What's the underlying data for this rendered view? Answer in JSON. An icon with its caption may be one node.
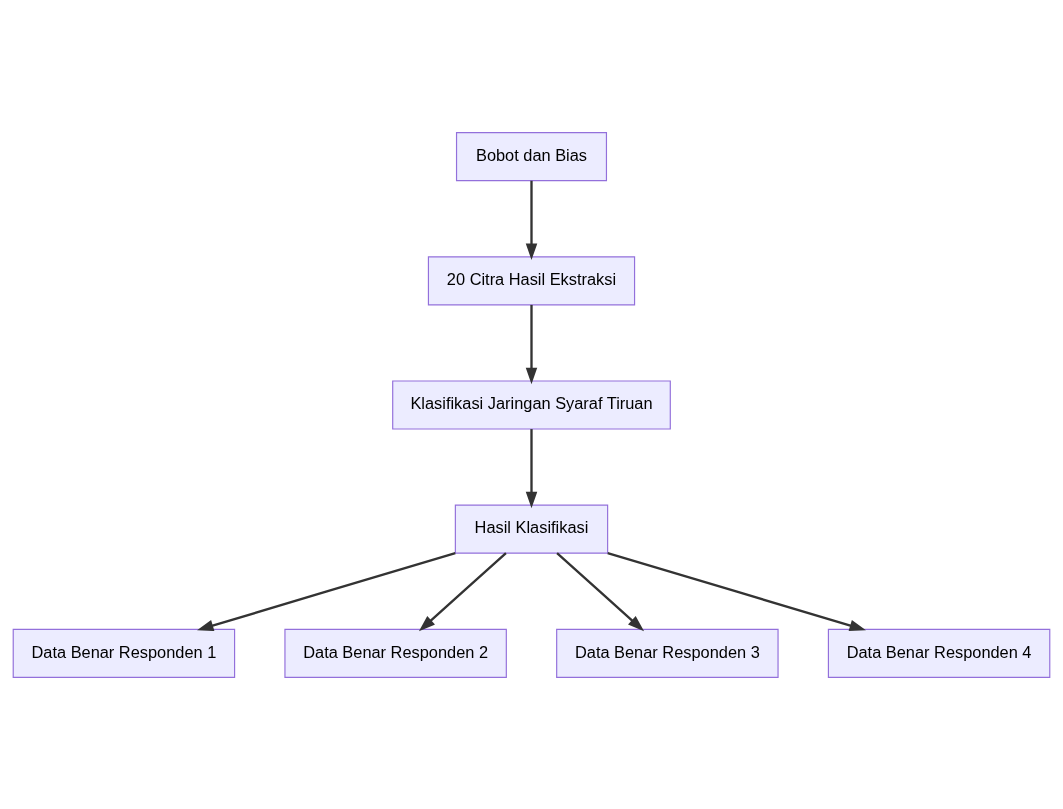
{
  "diagram": {
    "nodes": [
      {
        "text": [
          "Bobot dan Bias"
        ]
      },
      {
        "text": [
          "20 Citra Hasil Ekstraksi"
        ]
      },
      {
        "text": [
          "Klasifikasi Jaringan Syaraf Tiruan"
        ]
      },
      {
        "text": [
          "Hasil Klasifikasi"
        ]
      },
      {
        "text": [
          "Data Benar Responden 1"
        ]
      },
      {
        "text": [
          "Data Benar Responden 2"
        ]
      },
      {
        "text": [
          "Data Benar Responden 3"
        ]
      },
      {
        "text": [
          "Data Benar Responden 4"
        ]
      }
    ],
    "edges": [
      {
        "from": 0,
        "to": 1,
        "arrow": "to"
      },
      {
        "from": 1,
        "to": 2,
        "arrow": "to"
      },
      {
        "from": 2,
        "to": 3,
        "arrow": "to"
      },
      {
        "from": 3,
        "to": 4,
        "arrow": "to"
      },
      {
        "from": 3,
        "to": 5,
        "arrow": "to"
      },
      {
        "from": 3,
        "to": 6,
        "arrow": "to"
      },
      {
        "from": 3,
        "to": 7,
        "arrow": "to"
      }
    ]
  }
}
